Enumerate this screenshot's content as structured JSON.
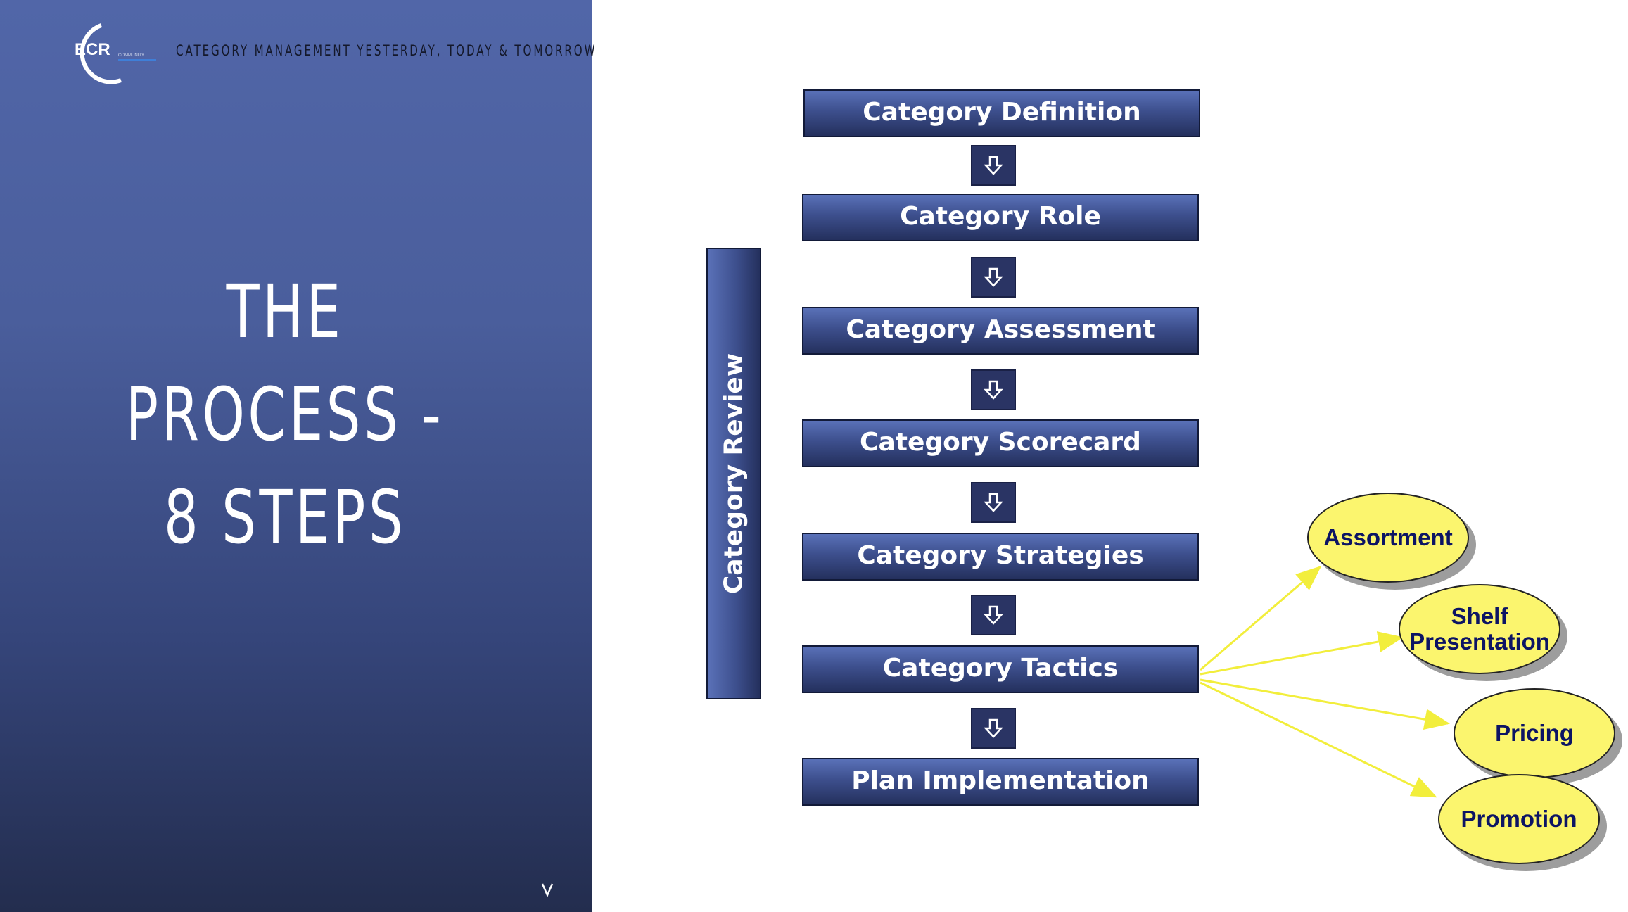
{
  "header": {
    "logo_text": "ECR",
    "logo_subtext": "COMMUNITY",
    "title": "CATEGORY MANAGEMENT YESTERDAY, TODAY & TOMORROW"
  },
  "slide": {
    "title_lines": [
      "THE",
      "PROCESS -",
      "8 STEPS"
    ]
  },
  "diagram": {
    "steps": [
      "Category Definition",
      "Category Role",
      "Category Assessment",
      "Category Scorecard",
      "Category Strategies",
      "Category Tactics",
      "Plan Implementation"
    ],
    "arrow_glyph": "⇩",
    "review_label": "Category Review",
    "tactics": [
      "Assortment",
      "Shelf Presentation",
      "Pricing",
      "Promotion"
    ],
    "colors": {
      "step_box": "#3d4f8d",
      "tactic_fill": "#fbf56e",
      "tactic_text": "#0c1464",
      "connector": "#f2ee3c"
    }
  }
}
